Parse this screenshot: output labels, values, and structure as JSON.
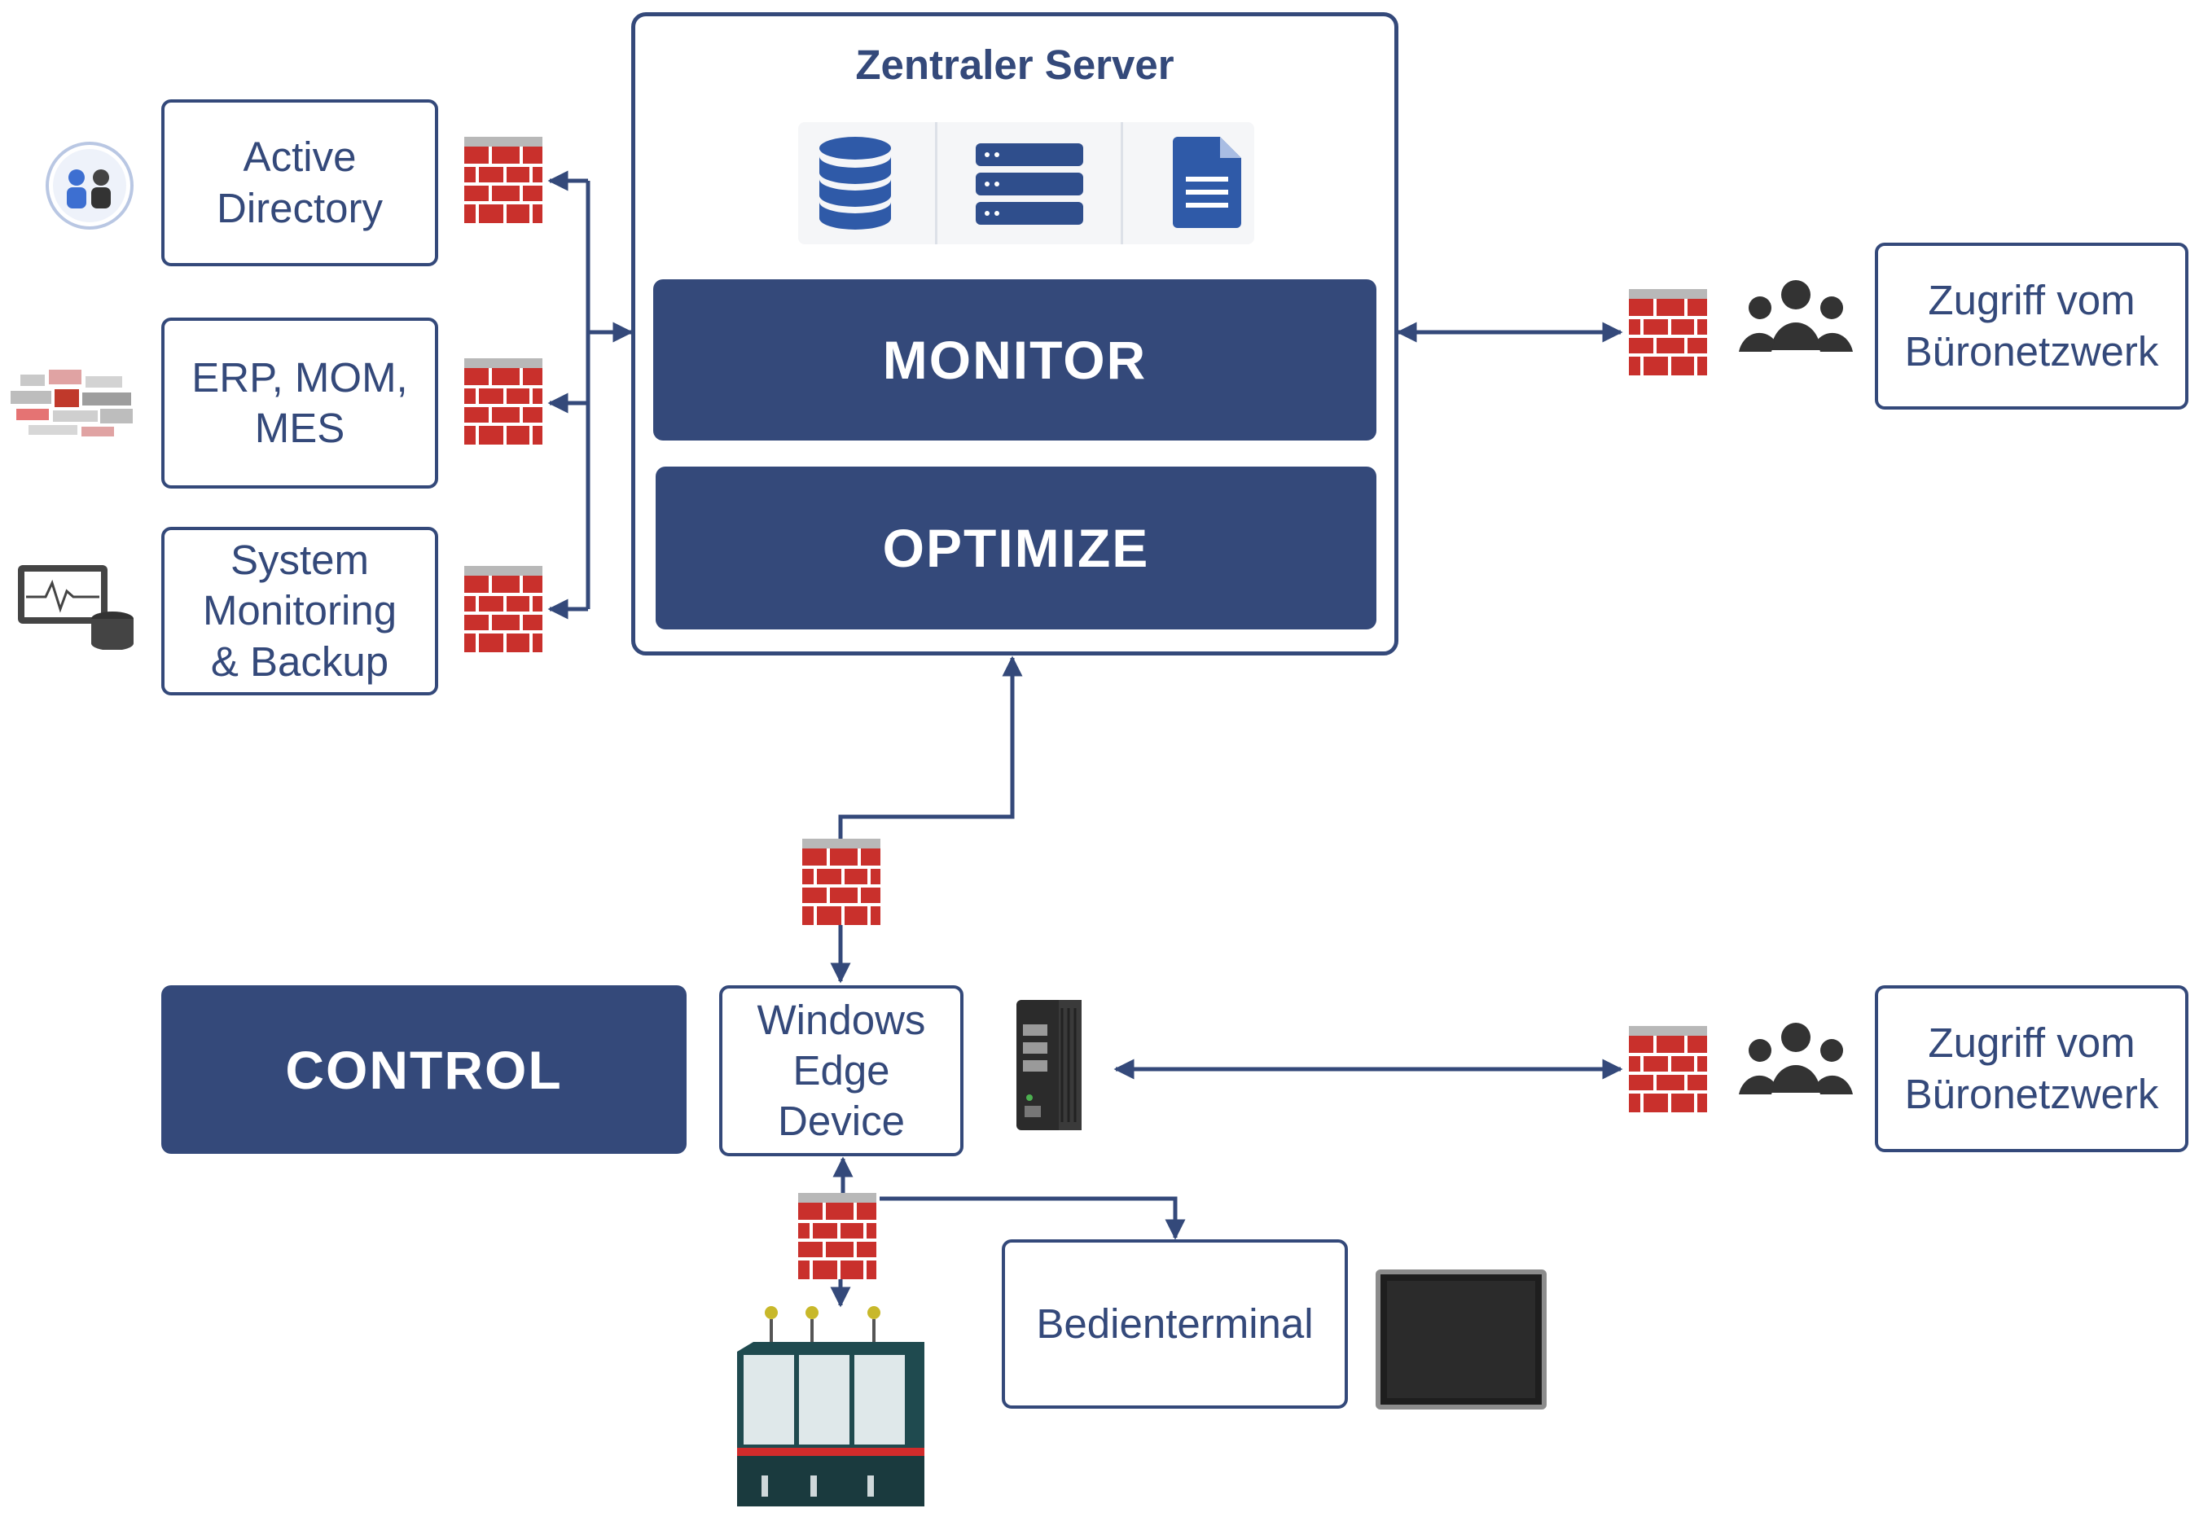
{
  "server": {
    "title": "Zentraler Server",
    "monitor_label": "MONITOR",
    "optimize_label": "OPTIMIZE",
    "icons": [
      "database-icon",
      "server-rack-icon",
      "document-icon"
    ]
  },
  "left_systems": [
    {
      "label": "Active\nDirectory",
      "icon": "users-circle-icon"
    },
    {
      "label": "ERP, MOM,\nMES",
      "icon": "erp-collage-icon"
    },
    {
      "label": "System\nMonitoring\n& Backup",
      "icon": "monitor-database-icon"
    }
  ],
  "office_access": {
    "top_label": "Zugriff vom\nBüronetzwerk",
    "bottom_label": "Zugriff vom\nBüronetzwerk"
  },
  "control_label": "CONTROL",
  "edge_device_label": "Windows\nEdge\nDevice",
  "terminal_label": "Bedienterminal",
  "colors": {
    "primary": "#34497a",
    "firewall": "#c9302c",
    "firewall_top": "#b8b8b8"
  }
}
